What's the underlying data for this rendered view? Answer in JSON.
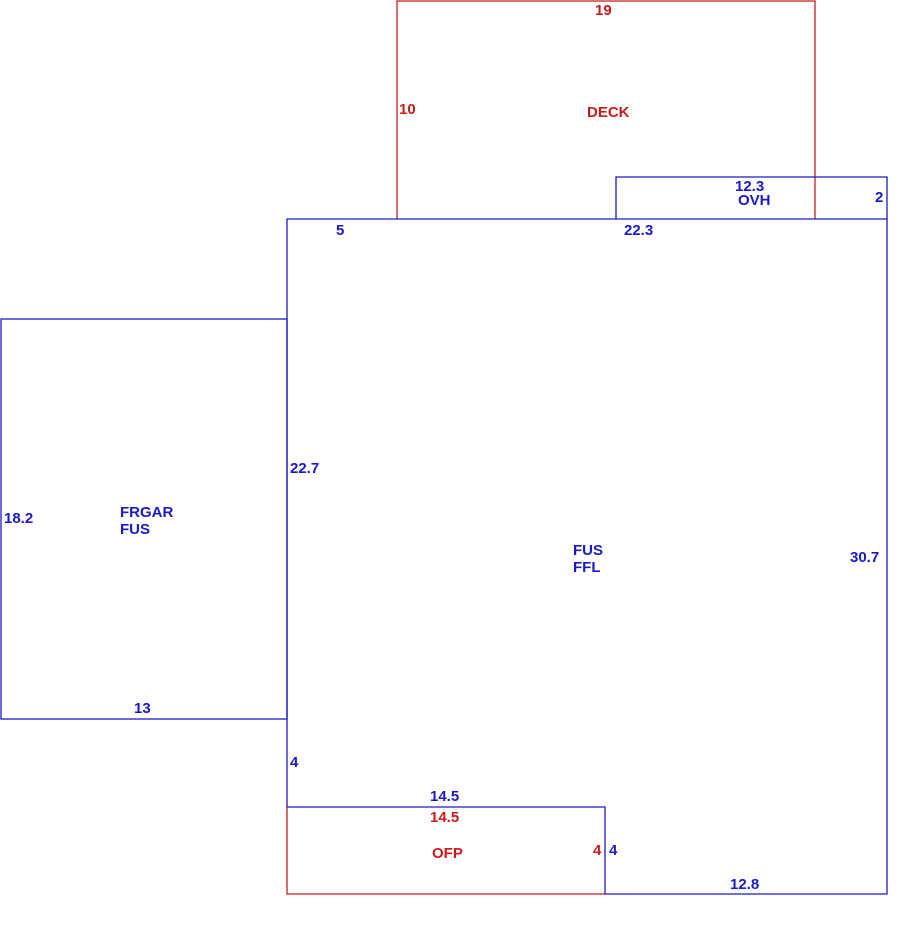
{
  "colors": {
    "blue": "#1a1acc",
    "red": "#cc1a1a"
  },
  "deck": {
    "label": "DECK",
    "top": "19",
    "left": "10"
  },
  "ovh": {
    "label": "OVH",
    "top": "12.3",
    "right": "2",
    "bottom": "22.3"
  },
  "main": {
    "line1": "FUS",
    "line2": "FFL",
    "top_left": "5",
    "left": "22.7",
    "right": "30.7",
    "bottom": "12.8",
    "lower_left": "4"
  },
  "garage": {
    "line1": "FRGAR",
    "line2": "FUS",
    "left": "18.2",
    "bottom": "13"
  },
  "ofp": {
    "label": "OFP",
    "top_blue": "14.5",
    "top_red": "14.5",
    "right_red": "4",
    "right_blue": "4"
  }
}
